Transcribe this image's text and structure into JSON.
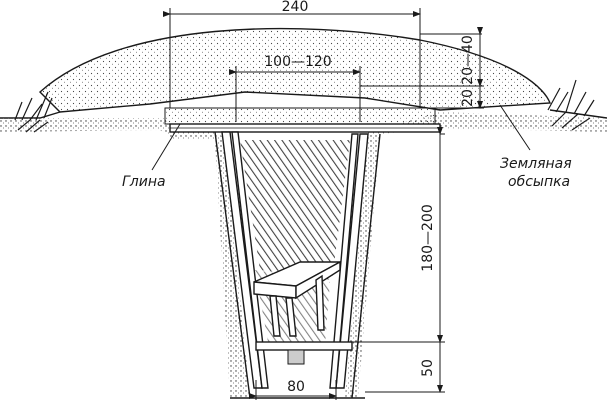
{
  "diagram": {
    "dimensions": {
      "overall_width": "240",
      "roof_width": "100—120",
      "mound_height": "20—40",
      "slab_height": "20",
      "pit_depth": "180—200",
      "bottom_height": "50",
      "bottom_width": "80"
    },
    "labels": {
      "clay": "Глина",
      "earth_fill_line1": "Земляная",
      "earth_fill_line2": "обсыпка"
    },
    "colors": {
      "ink": "#1a1a1a",
      "background": "#ffffff"
    }
  }
}
